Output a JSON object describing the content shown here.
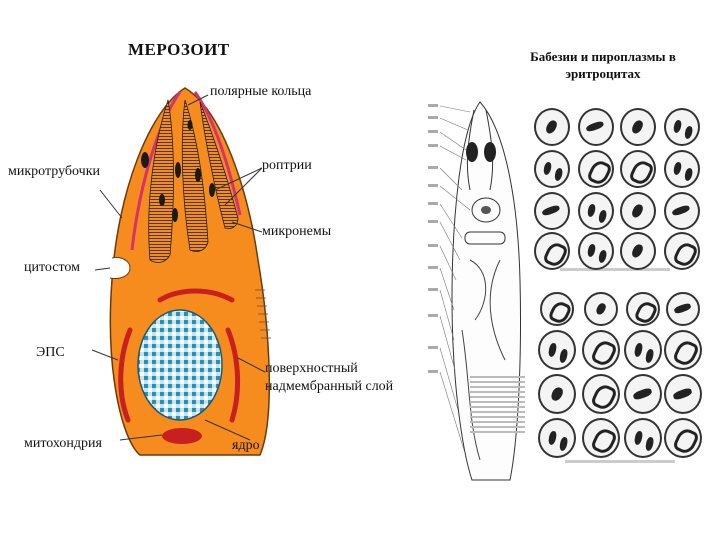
{
  "left_title": "МЕРОЗОИТ",
  "right_title": "Бабезии и пироплазмы в эритроцитах",
  "labels": {
    "polar_rings": "полярные кольца",
    "microtubules": "микротрубочки",
    "rhoptries": "роптрии",
    "micronemes": "микронемы",
    "cytostome": "цитостом",
    "eps": "ЭПС",
    "surface_layer": "поверхностный надмембранный слой",
    "mitochondria": "митохондрия",
    "nucleus": "ядро"
  },
  "colors": {
    "body": "#f68c1e",
    "rings": "#d6336c",
    "organelle": "#1a1a1a",
    "mitochondria": "#c8201e",
    "nucleus_fill": "#3aa4c4"
  }
}
